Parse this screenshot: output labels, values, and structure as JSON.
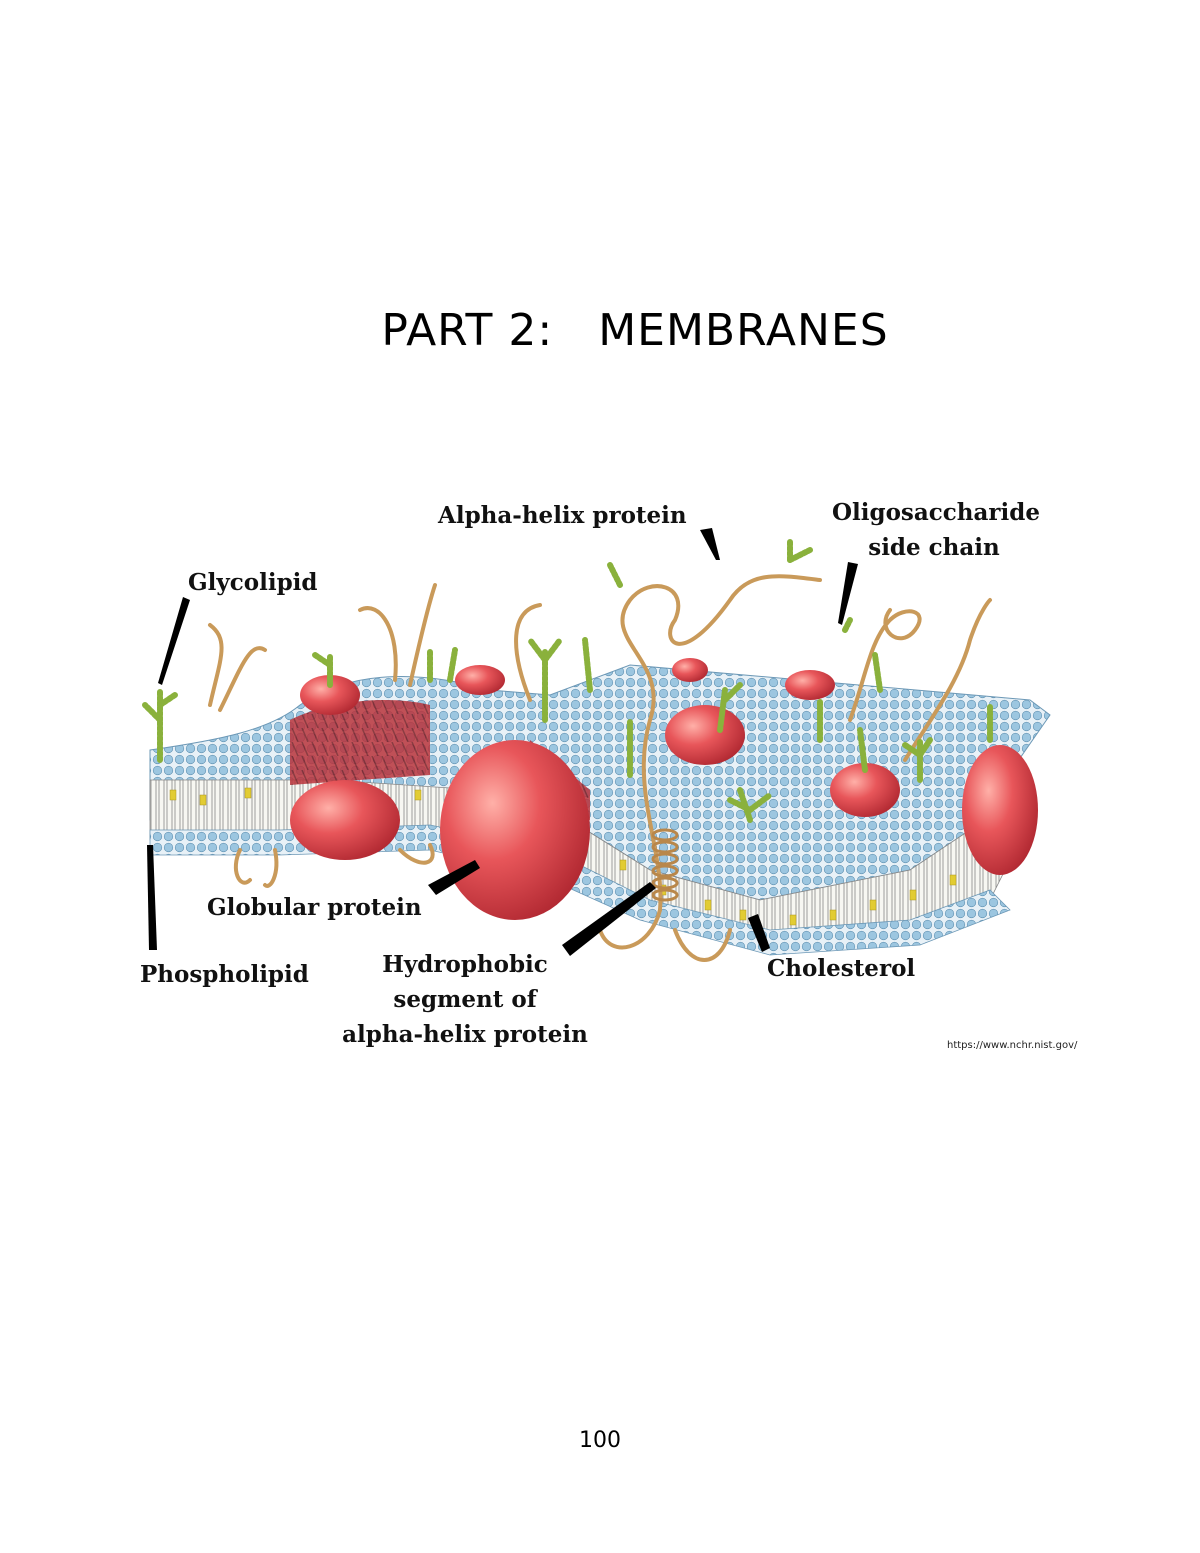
{
  "page": {
    "title": "PART 2:   MEMBRANES",
    "page_number": "100"
  },
  "figure": {
    "labels": {
      "glycolipid": "Glycolipid",
      "alpha_helix_protein": "Alpha-helix protein",
      "oligosaccharide_line1": "Oligosaccharide",
      "oligosaccharide_line2": "side chain",
      "globular_protein": "Globular protein",
      "phospholipid": "Phospholipid",
      "hydrophobic_line1": "Hydrophobic",
      "hydrophobic_line2": "segment of",
      "hydrophobic_line3": "alpha-helix protein",
      "cholesterol": "Cholesterol"
    },
    "source": "https://www.nchr.nist.gov/",
    "colors": {
      "head_group": "#8fbfdc",
      "protein": "#e0474c",
      "oligosaccharide": "#9cc24a",
      "protein_chain": "#c99a5a",
      "cholesterol": "#e2cc33"
    }
  }
}
